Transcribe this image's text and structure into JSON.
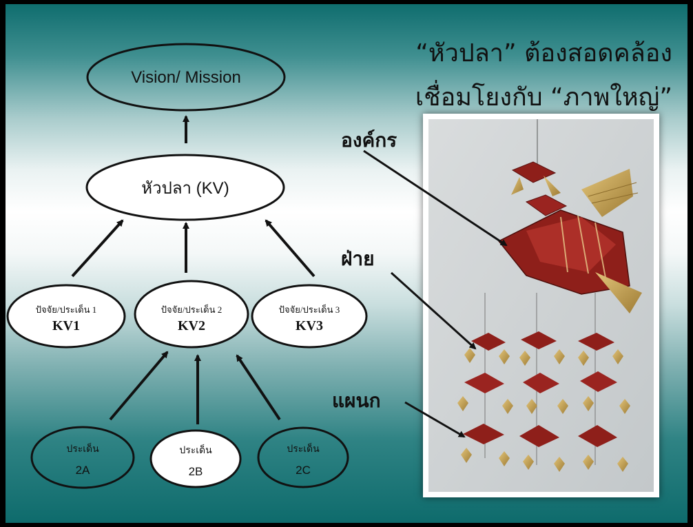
{
  "title": {
    "line1": "“หัวปลา” ต้องสอดคล้อง",
    "line2": "เชื่อมโยงกับ “ภาพใหญ่”"
  },
  "nodes": {
    "vision": "Vision/ Mission",
    "fish_head": "หัวปลา (KV)",
    "kv1": {
      "line1": "ปัจจัย/ประเด็น 1",
      "line2": "KV1"
    },
    "kv2": {
      "line1": "ปัจจัย/ประเด็น 2",
      "line2": "KV2"
    },
    "kv3": {
      "line1": "ปัจจัย/ประเด็น 3",
      "line2": "KV3"
    },
    "i2a": {
      "line1": "ประเด็น",
      "line2": "2A"
    },
    "i2b": {
      "line1": "ประเด็น",
      "line2": "2B"
    },
    "i2c": {
      "line1": "ประเด็น",
      "line2": "2C"
    }
  },
  "photo_labels": {
    "organization": "องค์กร",
    "division": "ฝ่าย",
    "department": "แผนก"
  },
  "colors": {
    "teal": "#0e6b6c",
    "ink": "#111111",
    "ornament_red": "#8e1f1a",
    "ornament_gold": "#c9a44a"
  }
}
